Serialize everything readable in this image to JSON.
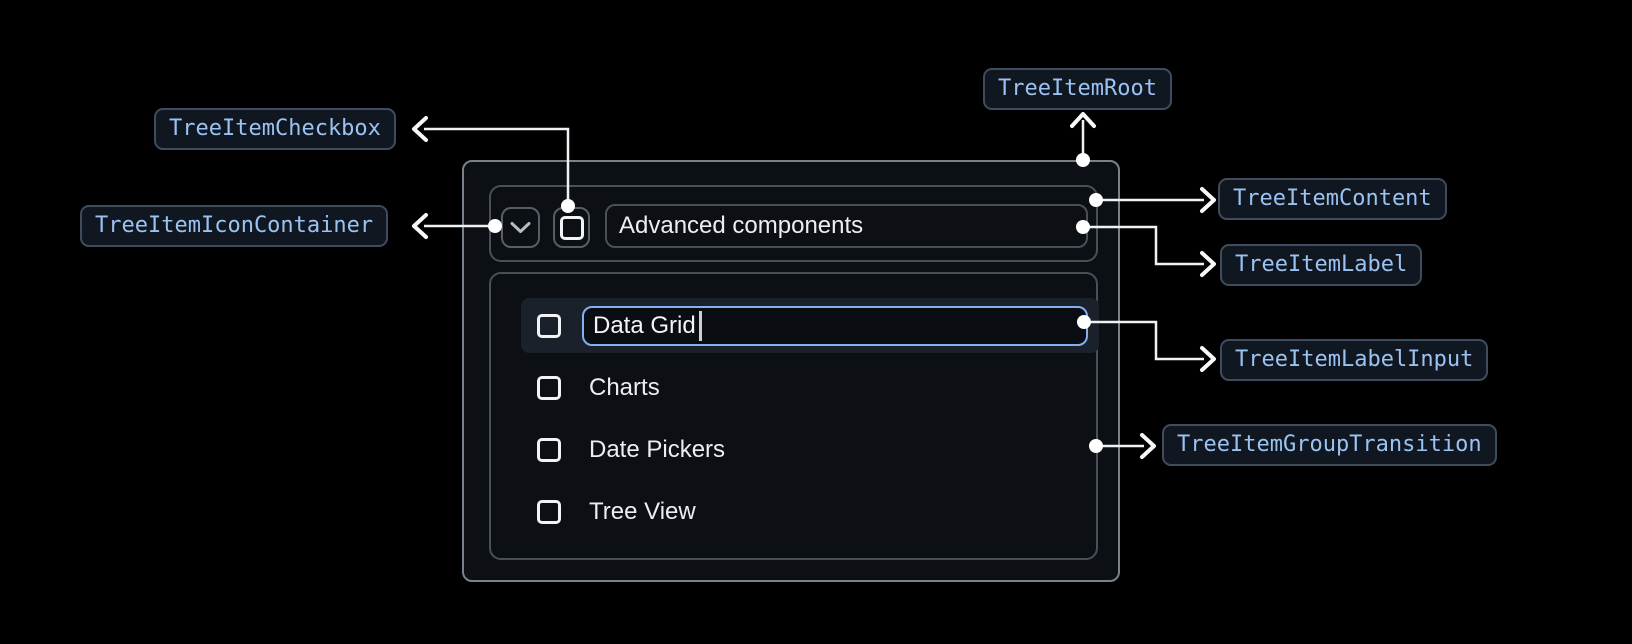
{
  "annotations": {
    "root": "TreeItemRoot",
    "checkbox": "TreeItemCheckbox",
    "icon_container": "TreeItemIconContainer",
    "content": "TreeItemContent",
    "label": "TreeItemLabel",
    "label_input": "TreeItemLabelInput",
    "group_transition": "TreeItemGroupTransition"
  },
  "tree": {
    "parent_label": "Advanced components",
    "parent_expanded": true,
    "parent_checked": false,
    "editing_item_value": "Data Grid",
    "items": [
      "Charts",
      "Date Pickers",
      "Tree View"
    ]
  },
  "icons": {
    "expand": "chevron-down-icon",
    "checkbox": "checkbox-unchecked-icon"
  },
  "colors": {
    "page_bg": "#000000",
    "badge_text": "#9ac2f2",
    "badge_border": "#3e4c5d",
    "badge_bg": "#101721",
    "card_border": "#79818b",
    "inner_border": "#49505a",
    "connector": "#eef1f5",
    "input_focus_border": "#85aff0",
    "row_highlight_bg": "#1a212b",
    "text_primary": "#eceef0"
  }
}
